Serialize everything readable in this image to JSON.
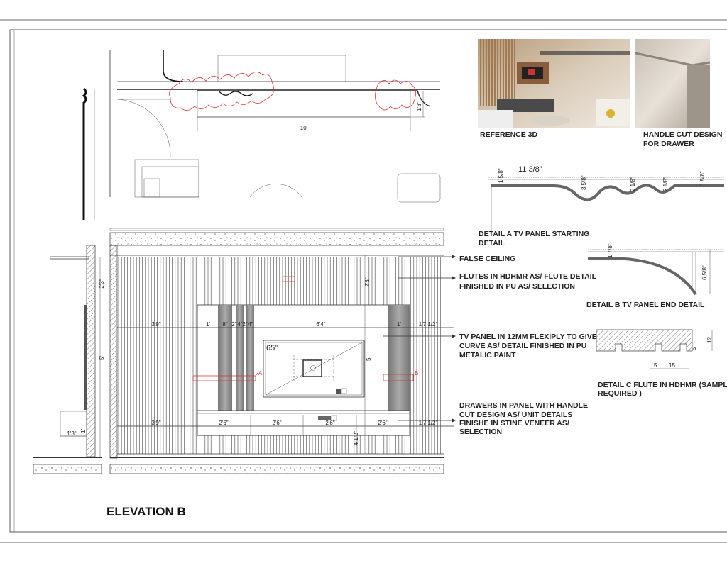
{
  "sheet": {
    "title": "ELEVATION B"
  },
  "plan": {
    "width_dim": "10'",
    "depth_dim": "1'3\""
  },
  "elevation": {
    "top_dims": [
      "3'9\"",
      "1'",
      "8\"",
      "2\"",
      "4\"",
      "2\"",
      "4\"",
      "6'4\"",
      "1'",
      "1'7 1/2\""
    ],
    "bottom_dims": [
      "3'9\"",
      "2'6\"",
      "2'6\"",
      "2'6\"",
      "2'6\"",
      "1'7 1/2\""
    ],
    "height_upper": "2'3\"",
    "height_panel": "5'",
    "plinth": "4 1/2\"",
    "tv_size": "65\"",
    "section_a": "A",
    "section_b": "B"
  },
  "side_section": {
    "upper": "2'3\"",
    "panel": "5'",
    "shelf_depth": "1'3\"",
    "shelf_height": "1'"
  },
  "notes": [
    {
      "lines": [
        "FALSE CEILING"
      ]
    },
    {
      "lines": [
        "FLUTES IN HDHMR AS/ FLUTE DETAIL",
        "FINISHED IN PU AS/ SELECTION"
      ]
    },
    {
      "lines": [
        "TV PANEL IN 12MM FLEXIPLY TO GIVE",
        "CURVE AS/ DETAIL FINISHED IN PU",
        "METALIC PAINT"
      ]
    },
    {
      "lines": [
        "DRAWERS IN PANEL WITH HANDLE",
        "CUT DESIGN AS/ UNIT DETAILS",
        "FINISHE IN STINE VENEER AS/",
        "SELECTION"
      ]
    }
  ],
  "references": [
    {
      "caption": "REFERENCE  3D"
    },
    {
      "caption_lines": [
        "HANDLE CUT DESIGN",
        "FOR DRAWER"
      ]
    }
  ],
  "details": {
    "a": {
      "caption_lines": [
        "DETAIL A  TV PANEL STARTING",
        "DETAIL"
      ],
      "dims": [
        "11 3/8\"",
        "1 5/8\"",
        "3 5/8\"",
        "2 1/8\"",
        "2 1/8\"",
        "1 5/8\""
      ]
    },
    "b": {
      "caption": "DETAIL B  TV PANEL END DETAIL",
      "dims": [
        "1 7/8\"",
        "6 5/8\""
      ]
    },
    "c": {
      "caption_lines": [
        "DETAIL C  FLUTE IN HDHMR (SAMPLE",
        "REQUIRED )"
      ],
      "dims": [
        "12",
        "5",
        "5",
        "15"
      ]
    }
  },
  "colors": {
    "revision_cloud": "#dd3333",
    "panel_strip": "#8a8a8a"
  }
}
